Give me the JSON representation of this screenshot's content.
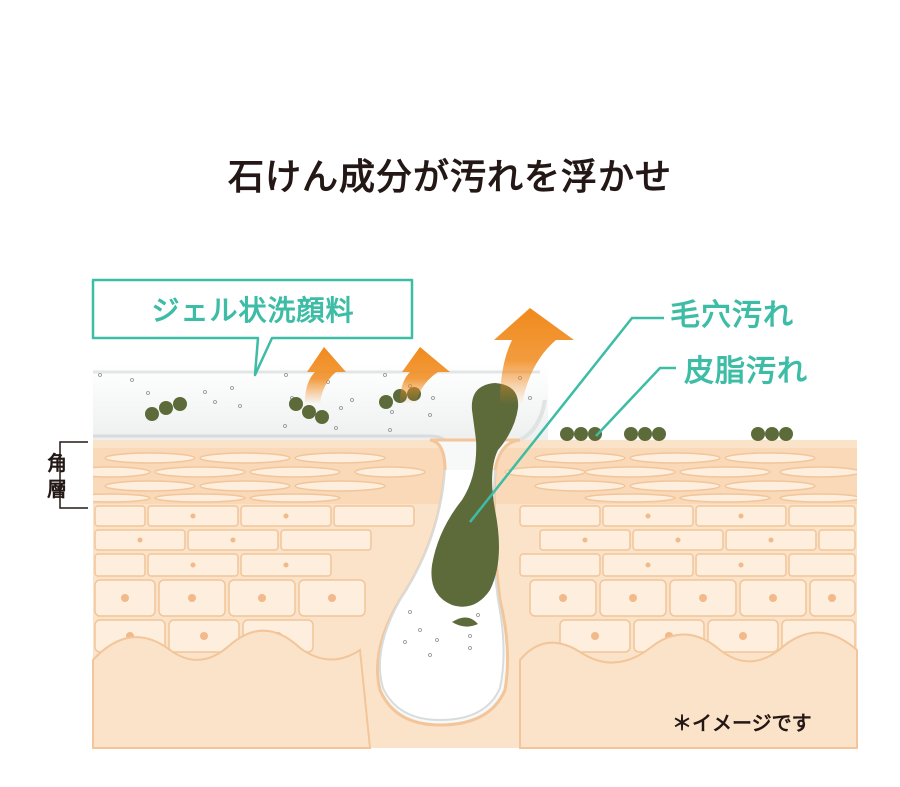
{
  "title": "石けん成分が汚れを浮かせ",
  "product_label": "ジェル状洗顔料",
  "callouts": {
    "pore_dirt": "毛穴汚れ",
    "sebum_dirt": "皮脂汚れ"
  },
  "layer_label": {
    "line1": "角",
    "line2": "層"
  },
  "note": "＊イメージです",
  "colors": {
    "accent_teal": "#3dbca6",
    "arrow_orange": "#f08a1c",
    "dirt_green": "#5d6b3a",
    "skin_base": "#fbe3c9",
    "skin_line": "#f2c59a",
    "text_dark": "#231815"
  }
}
